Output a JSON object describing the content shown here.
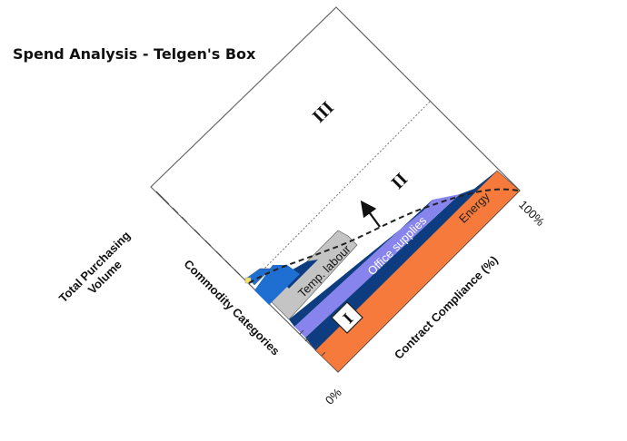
{
  "title": "Spend Analysis - Telgen's Box",
  "regions": {
    "region_1": "I",
    "region_2": "II",
    "region_3": "III"
  },
  "axes": {
    "volume": "Total Purchasing Volume",
    "volume_line1": "Total Purchasing",
    "volume_line2": "Volume",
    "categories": "Commodity Categories",
    "compliance": "Contract Compliance (%)",
    "compliance_min": "0%",
    "compliance_max": "100%"
  },
  "bars": {
    "temp_labour": "Temp. labour",
    "office_supplies": "Office supplies",
    "energy": "Energy"
  },
  "colors": {
    "energy": "#f57a3c",
    "office_supplies": "#8884ee",
    "temp_labour": "#c4c4c4",
    "navy": "#0d3d80",
    "blue": "#1f6fd3",
    "frame": "#666666"
  }
}
